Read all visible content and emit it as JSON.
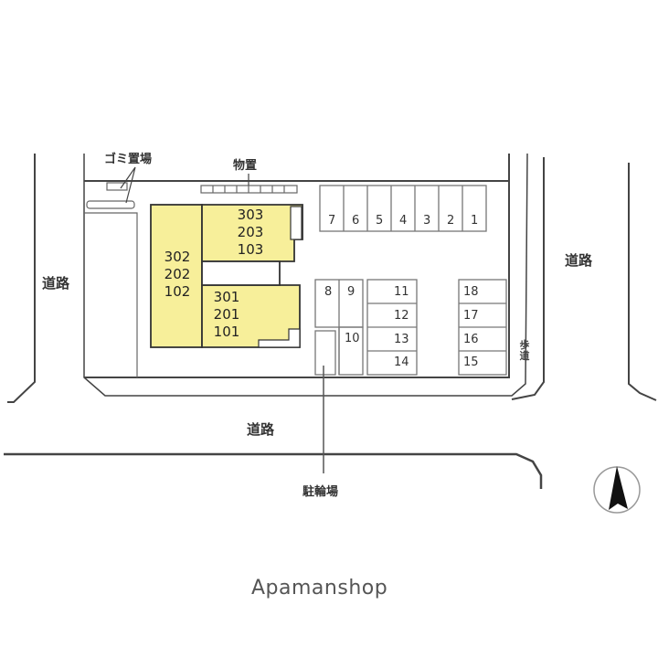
{
  "roads": {
    "left": "道路",
    "right": "道路",
    "bottom": "道路",
    "sidewalk": "歩道"
  },
  "facilities": {
    "garbage": "ゴミ置場",
    "storage": "物置",
    "bicycle_parking": "駐輪場"
  },
  "building": {
    "fill_color": "#f7ef9a",
    "units_left": [
      "302",
      "202",
      "102"
    ],
    "units_top_right": [
      "303",
      "203",
      "103"
    ],
    "units_bottom_right": [
      "301",
      "201",
      "101"
    ]
  },
  "parking": {
    "top_row": [
      "7",
      "6",
      "5",
      "4",
      "3",
      "2",
      "1"
    ],
    "middle_small": [
      "8",
      "9",
      "10"
    ],
    "middle_column": [
      "11",
      "12",
      "13",
      "14"
    ],
    "right_column": [
      "18",
      "17",
      "16",
      "15"
    ]
  },
  "compass": {
    "icon": "north-arrow-icon"
  },
  "brand": "Apamanshop"
}
